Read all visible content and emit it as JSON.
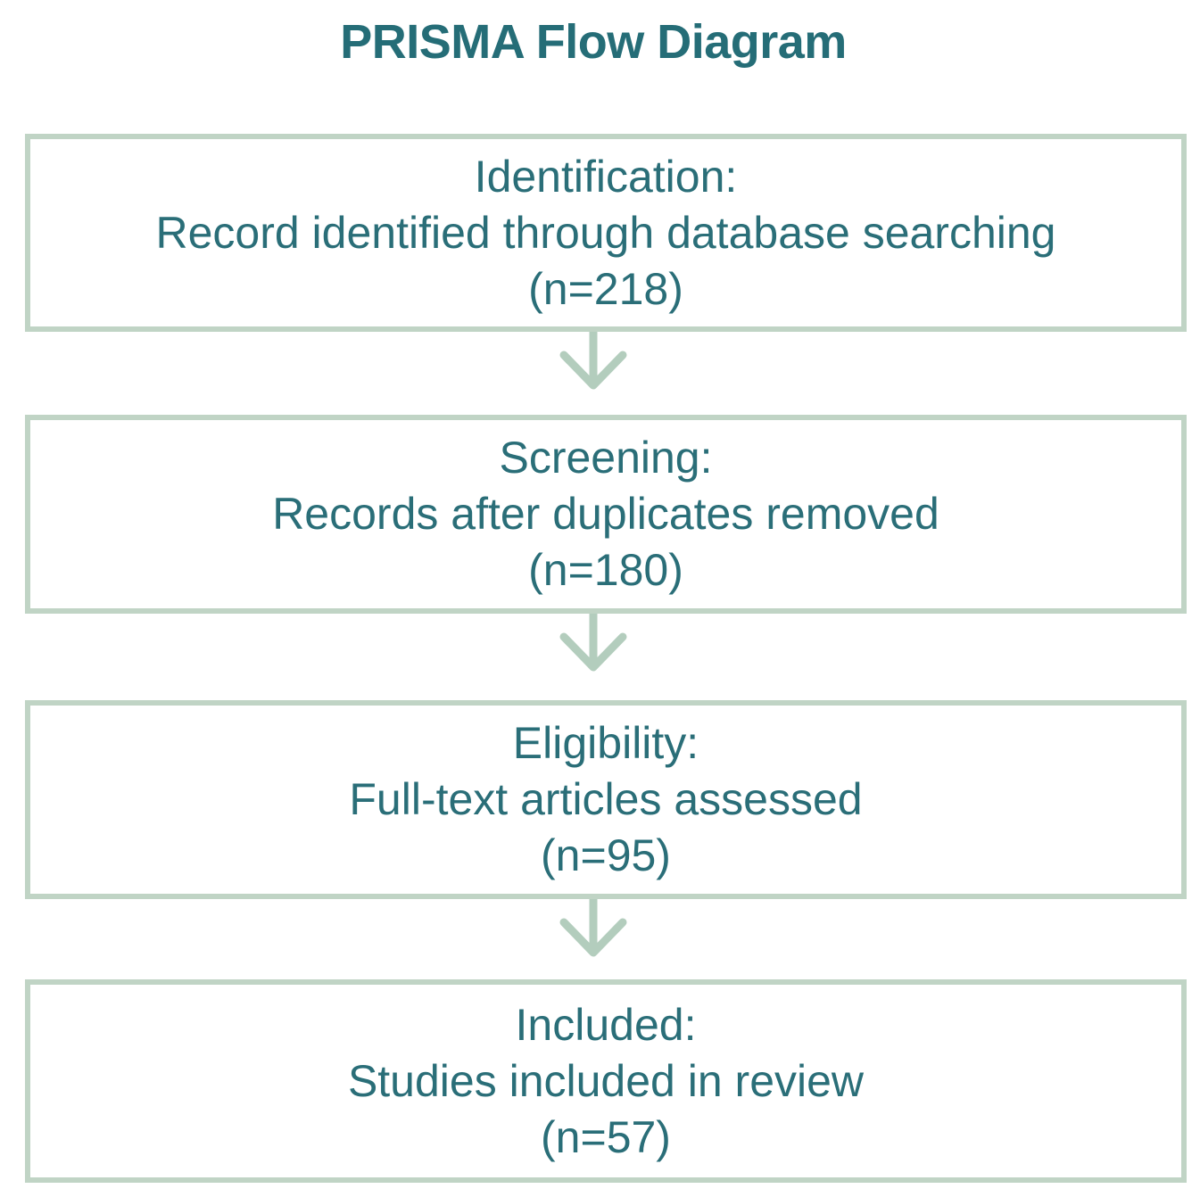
{
  "title": "PRISMA Flow Diagram",
  "colors": {
    "background": "#ffffff",
    "text": "#2a6e78",
    "title": "#256d77",
    "box_border": "#c0d4c5",
    "arrow": "#b3cdbd"
  },
  "diagram": {
    "boxes": [
      {
        "stage": "Identification:",
        "description": "Record identified through database searching",
        "count": "(n=218)"
      },
      {
        "stage": "Screening:",
        "description": "Records after duplicates removed",
        "count": "(n=180)"
      },
      {
        "stage": "Eligibility:",
        "description": "Full-text articles assessed",
        "count": "(n=95)"
      },
      {
        "stage": "Included:",
        "description": "Studies included in review",
        "count": "(n=57)"
      }
    ],
    "arrow_icon": "down-arrow"
  }
}
